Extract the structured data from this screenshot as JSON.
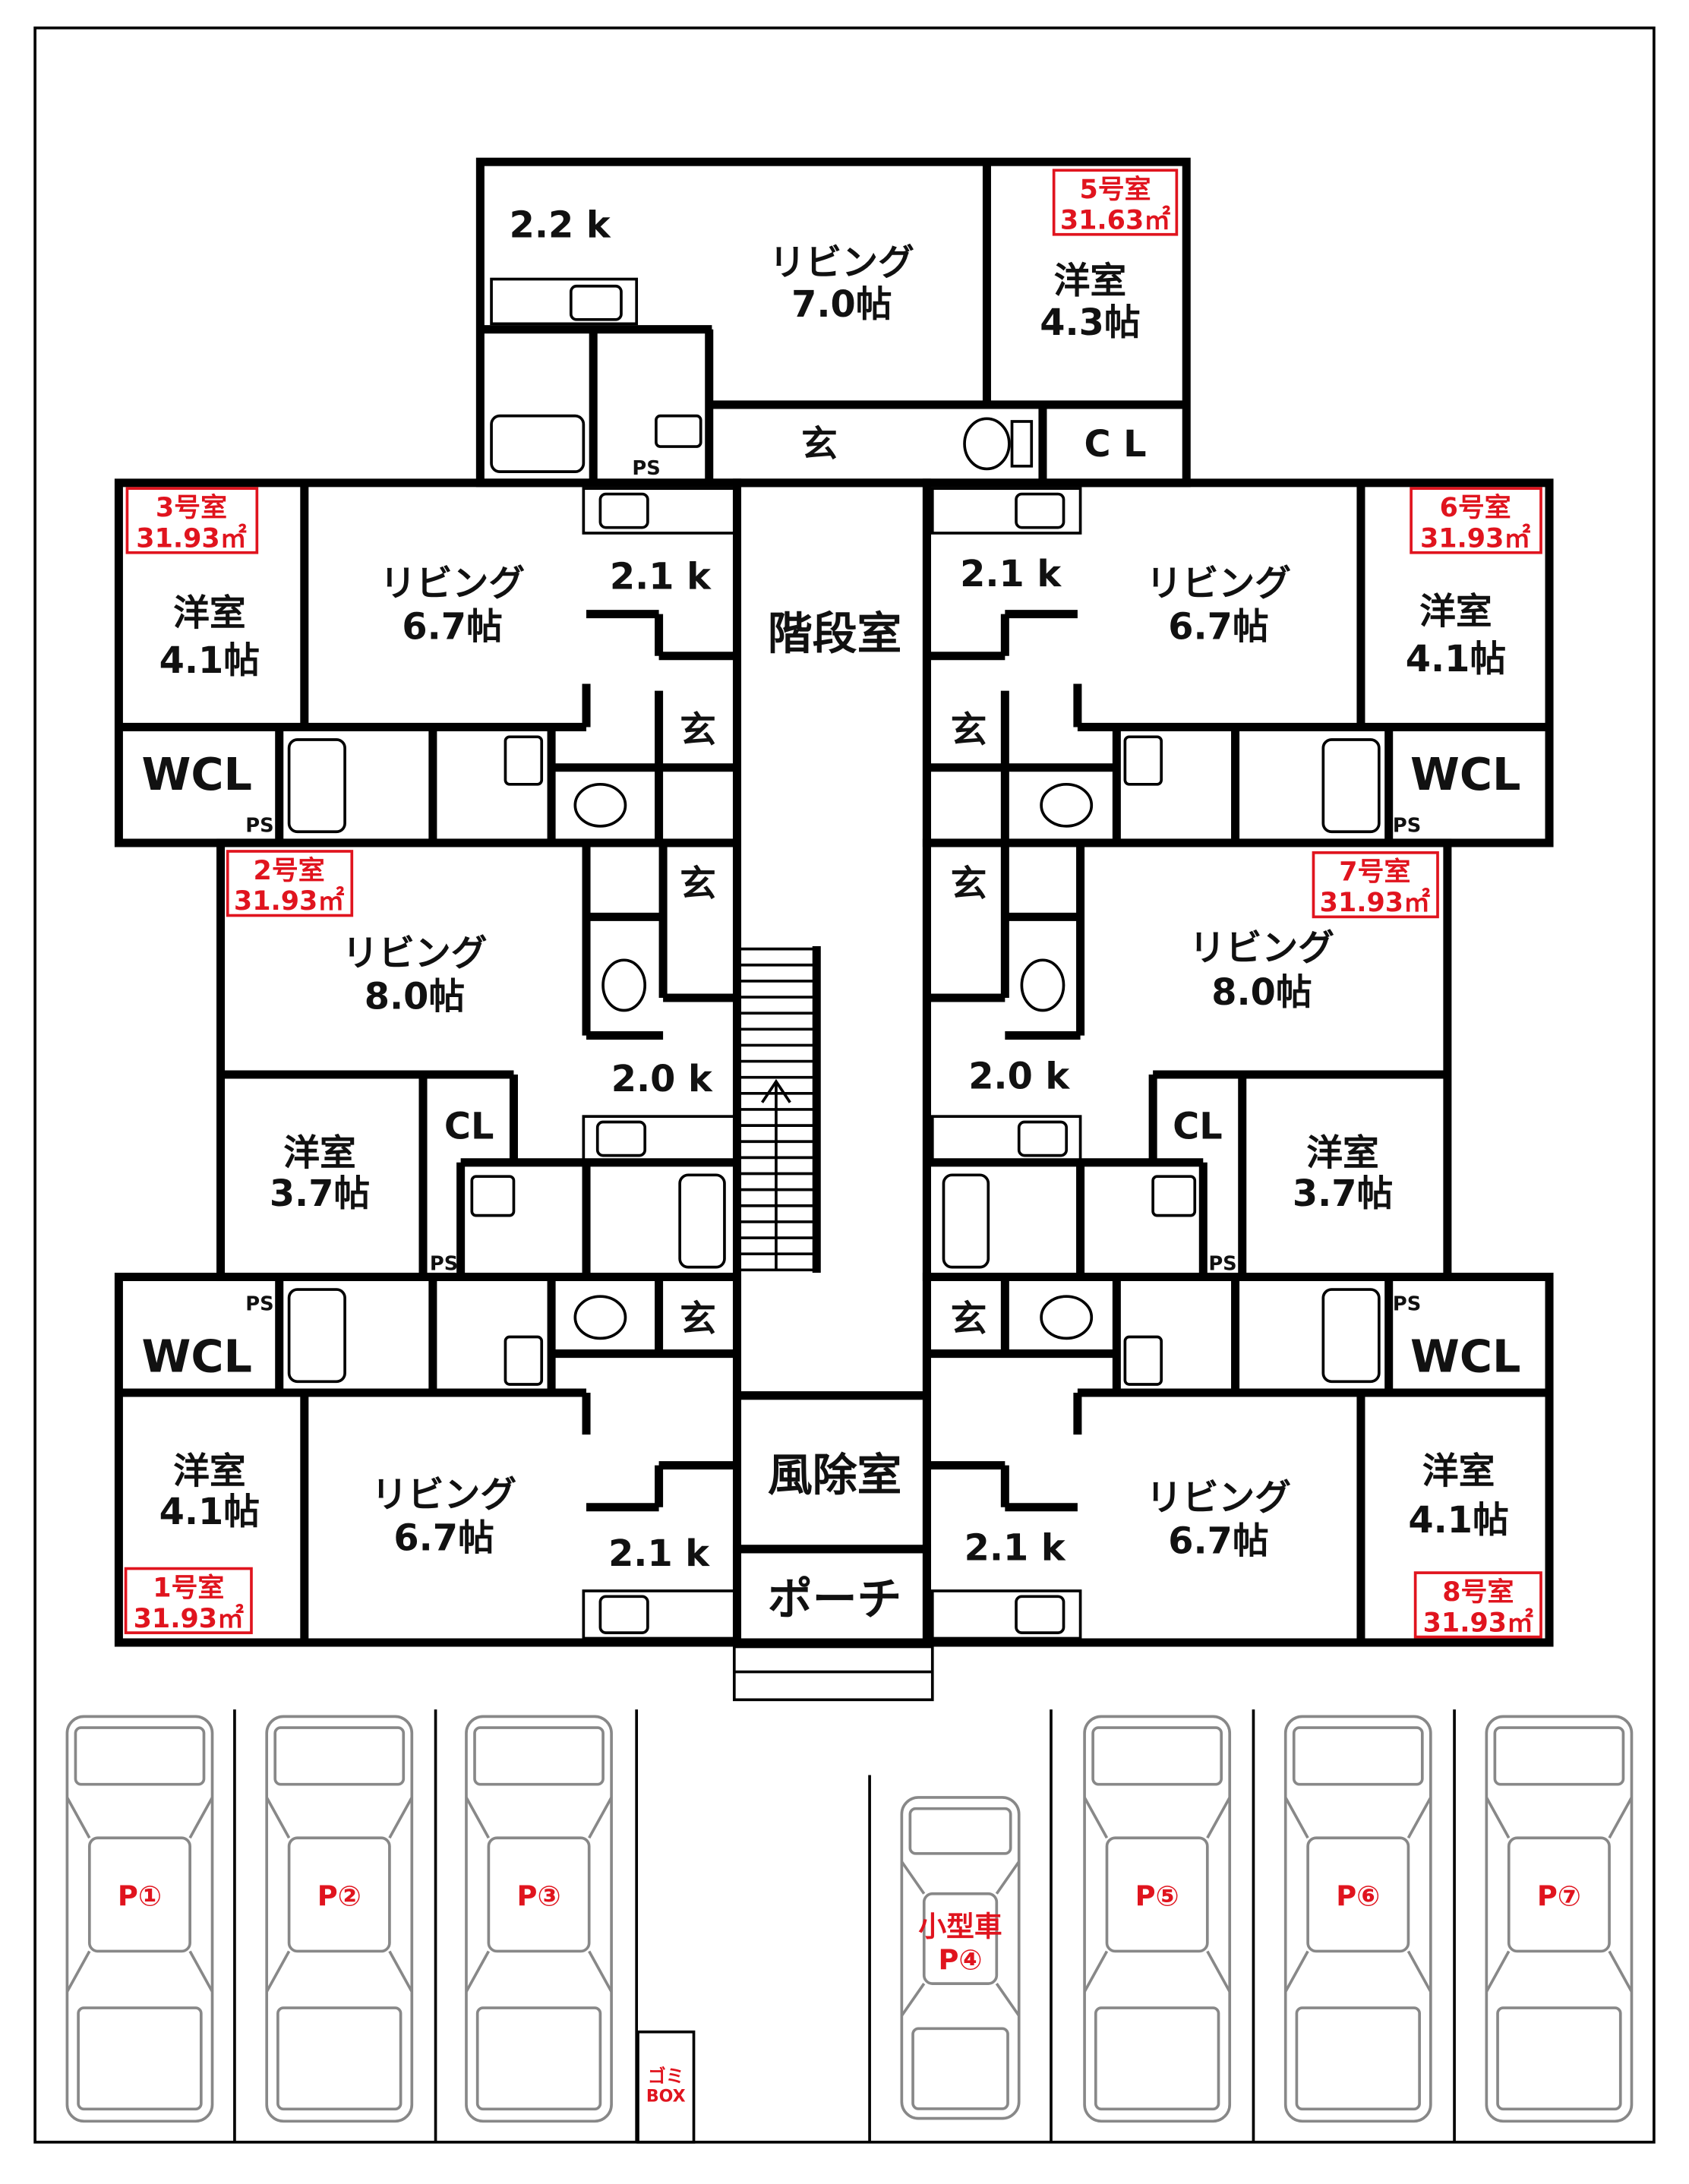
{
  "common": {
    "stairs": "階段室",
    "windbreak": "風除室",
    "porch": "ポーチ",
    "entrance": "玄",
    "ps": "PS",
    "cl": "CL",
    "cl_spaced": "C L",
    "wcl": "WCL"
  },
  "units": {
    "u5": {
      "no": "5号室",
      "area": "31.63㎡",
      "living": "リビング",
      "living_size": "7.0帖",
      "room": "洋室",
      "room_size": "4.3帖",
      "kitchen": "2.2 k"
    },
    "u3": {
      "no": "3号室",
      "area": "31.93㎡",
      "living": "リビング",
      "living_size": "6.7帖",
      "room": "洋室",
      "room_size": "4.1帖",
      "kitchen": "2.1 k"
    },
    "u6": {
      "no": "6号室",
      "area": "31.93㎡",
      "living": "リビング",
      "living_size": "6.7帖",
      "room": "洋室",
      "room_size": "4.1帖",
      "kitchen": "2.1 k"
    },
    "u2": {
      "no": "2号室",
      "area": "31.93㎡",
      "living": "リビング",
      "living_size": "8.0帖",
      "room": "洋室",
      "room_size": "3.7帖",
      "kitchen": "2.0 k"
    },
    "u7": {
      "no": "7号室",
      "area": "31.93㎡",
      "living": "リビング",
      "living_size": "8.0帖",
      "room": "洋室",
      "room_size": "3.7帖",
      "kitchen": "2.0 k"
    },
    "u1": {
      "no": "1号室",
      "area": "31.93㎡",
      "living": "リビング",
      "living_size": "6.7帖",
      "room": "洋室",
      "room_size": "4.1帖",
      "kitchen": "2.1 k"
    },
    "u8": {
      "no": "8号室",
      "area": "31.93㎡",
      "living": "リビング",
      "living_size": "6.7帖",
      "room": "洋室",
      "room_size": "4.1帖",
      "kitchen": "2.1 k"
    }
  },
  "parking": [
    {
      "label": "P①"
    },
    {
      "label": "P②"
    },
    {
      "label": "P③"
    },
    {
      "label": "P④",
      "note": "小型車"
    },
    {
      "label": "P⑤"
    },
    {
      "label": "P⑥"
    },
    {
      "label": "P⑦"
    }
  ],
  "garbage": {
    "line1": "ゴミ",
    "line2": "BOX"
  },
  "colors": {
    "accent": "#e0141e"
  }
}
